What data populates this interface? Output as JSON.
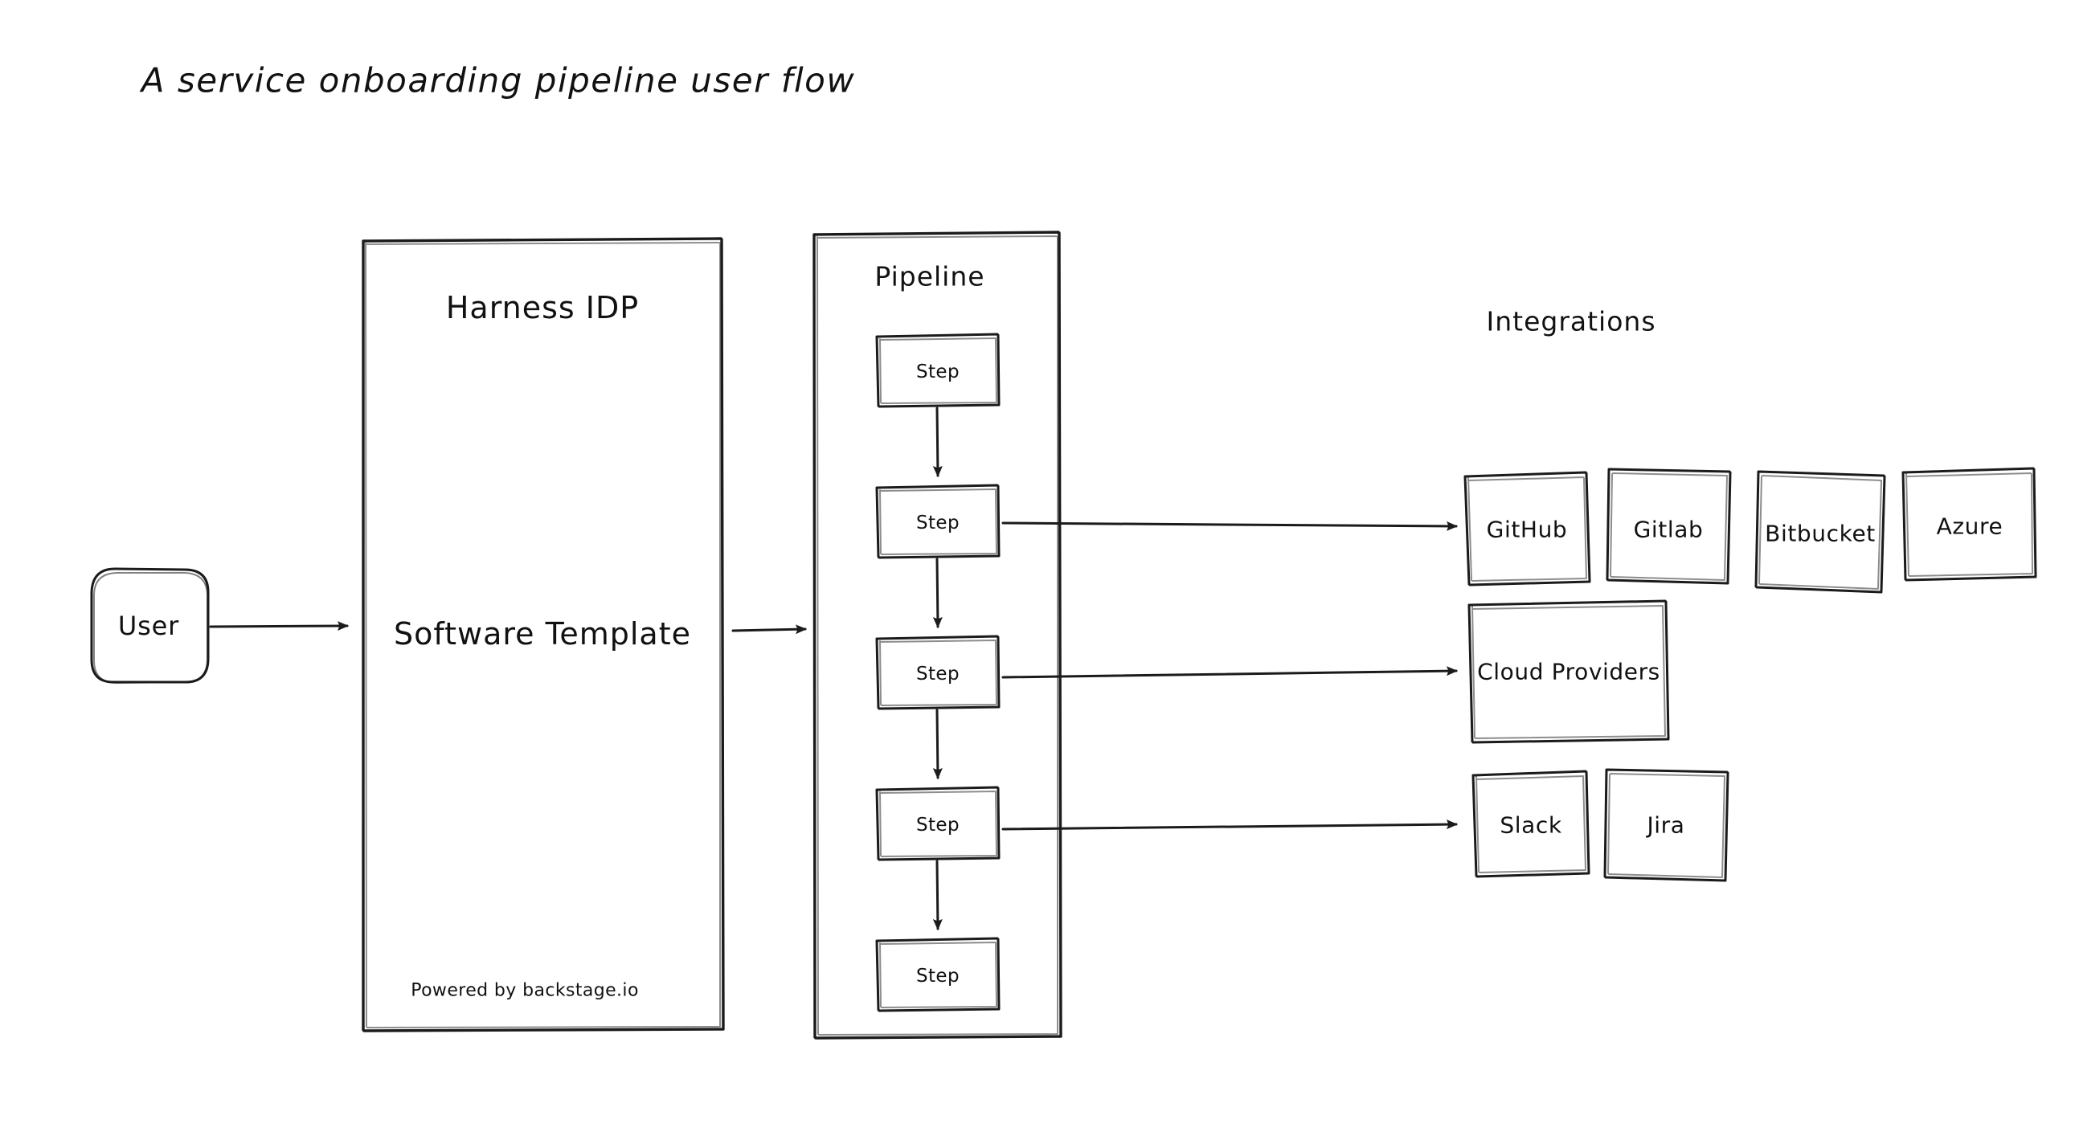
{
  "title": "A service onboarding pipeline user flow",
  "actors": {
    "user": {
      "label": "User",
      "shape": "rounded-rectangle"
    }
  },
  "platform": {
    "title": "Harness IDP",
    "main_label": "Software Template",
    "footnote": "Powered by backstage.io"
  },
  "pipeline": {
    "title": "Pipeline",
    "steps": [
      {
        "label": "Step"
      },
      {
        "label": "Step"
      },
      {
        "label": "Step"
      },
      {
        "label": "Step"
      },
      {
        "label": "Step"
      }
    ]
  },
  "integrations": {
    "title": "Integrations",
    "rows": [
      {
        "items": [
          {
            "label": "GitHub"
          },
          {
            "label": "Gitlab"
          },
          {
            "label": "Bitbucket"
          },
          {
            "label": "Azure"
          }
        ]
      },
      {
        "items": [
          {
            "label": "Cloud Providers"
          }
        ]
      },
      {
        "items": [
          {
            "label": "Slack"
          },
          {
            "label": "Jira"
          }
        ]
      }
    ]
  },
  "connections": [
    {
      "from": "user",
      "to": "harness-idp"
    },
    {
      "from": "software-template",
      "to": "pipeline"
    },
    {
      "from": "pipeline-step-1",
      "to": "pipeline-step-2"
    },
    {
      "from": "pipeline-step-2",
      "to": "pipeline-step-3"
    },
    {
      "from": "pipeline-step-3",
      "to": "pipeline-step-4"
    },
    {
      "from": "pipeline-step-4",
      "to": "pipeline-step-5"
    },
    {
      "from": "pipeline-step-2",
      "to": "scm-integrations"
    },
    {
      "from": "pipeline-step-3",
      "to": "cloud-providers"
    },
    {
      "from": "pipeline-step-4",
      "to": "collaboration-integrations"
    }
  ],
  "colors": {
    "stroke": "#1b1b1b",
    "background": "#ffffff",
    "text": "#111111"
  }
}
